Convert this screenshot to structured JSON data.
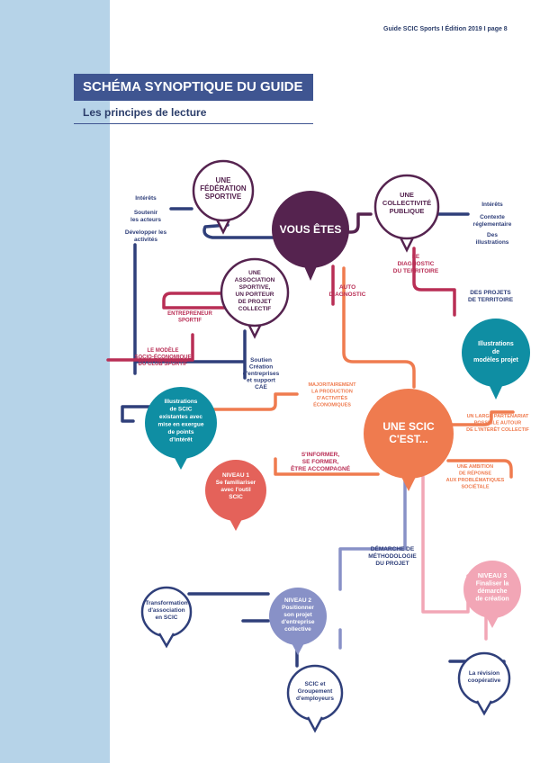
{
  "header": {
    "running_head": "Guide SCIC Sports  I Édition 2019 I page 8",
    "title": "SCHÉMA SYNOPTIQUE DU GUIDE",
    "subtitle": "Les principes de lecture"
  },
  "colors": {
    "navy": "#2f3f7a",
    "plum": "#55234f",
    "crimson": "#b92e55",
    "orange": "#ef7b4f",
    "lavender": "#8891c7",
    "pink": "#f2a6b6",
    "teal": "#0f8ea3",
    "coral": "#e4625a",
    "periwinkle": "#3f5591",
    "sidebar": "#b6d3e8"
  },
  "nodes": {
    "federation": [
      "UNE",
      "FÉDÉRATION",
      "SPORTIVE"
    ],
    "collectivite": [
      "UNE",
      "COLLECTIVITÉ",
      "PUBLIQUE"
    ],
    "vous_etes": [
      "VOUS ÊTES"
    ],
    "association": [
      "UNE",
      "ASSOCIATION",
      "SPORTIVE,",
      "UN PORTEUR",
      "DE PROJET",
      "COLLECTIF"
    ],
    "une_scic": [
      "UNE SCIC",
      "C'EST..."
    ],
    "illus_scic": [
      "Illustrations",
      "de SCIC",
      "existantes avec",
      "mise en exergue",
      "de points",
      "d'intérêt"
    ],
    "illus_modeles": [
      "Illustrations",
      "de",
      "modèles projet"
    ],
    "niveau1": [
      "NIVEAU 1",
      "Se familiariser",
      "avec l'outil",
      "SCIC"
    ],
    "niveau2": [
      "NIVEAU 2",
      "Positionner",
      "son projet",
      "d'entreprise",
      "collective"
    ],
    "niveau3": [
      "NIVEAU 3",
      "Finaliser la",
      "démarche",
      "de création"
    ],
    "transformation": [
      "Transformation",
      "d'association",
      "en SCIC"
    ],
    "scic_groupement": [
      "SCIC et",
      "Groupement",
      "d'employeurs"
    ],
    "revision": [
      "La révision",
      "coopérative"
    ]
  },
  "labels": {
    "left_interets": [
      "Intérêts"
    ],
    "left_soutenir": [
      "Soutenir",
      "les acteurs"
    ],
    "left_developper": [
      "Développer les",
      "activités"
    ],
    "right_interets": [
      "Intérêts"
    ],
    "right_contexte": [
      "Contexte",
      "réglementaire"
    ],
    "right_des": [
      "Des",
      "illustrations"
    ],
    "diagnostic": [
      "LE",
      "DIAGNOSTIC",
      "DU TERRITOIRE"
    ],
    "auto_diagnostic": [
      "AUTO",
      "DIAGNOSTIC"
    ],
    "projets_territoire": [
      "DES PROJETS",
      "DE TERRITOIRE"
    ],
    "entrepreneur": [
      "ENTREPRENEUR",
      "SPORTIF"
    ],
    "modele_eco": [
      "LE MODÈLE",
      "SOCIO-ÉCONOMIQUE",
      "DU CLUB SPORTIF"
    ],
    "soutien": [
      "Soutien",
      "Création",
      "d'entreprises",
      "et support",
      "CAE"
    ],
    "majoritairement": [
      "MAJORITAIREMENT",
      "LA PRODUCTION",
      "D'ACTIVITÉS",
      "ÉCONOMIQUES"
    ],
    "partenariat": [
      "UN LARGE PARTENARIAT",
      "POSSIBLE AUTOUR",
      "DE L'INTÉRÊT COLLECTIF"
    ],
    "informer": [
      "S'INFORMER,",
      "SE FORMER,",
      "ÊTRE ACCOMPAGNÉ"
    ],
    "ambition": [
      "UNE AMBITION",
      "DE RÉPONSE",
      "AUX PROBLÉMATIQUES",
      "SOCIÉTALE"
    ],
    "demarche": [
      "DÉMARCHE DE",
      "MÉTHODOLOGIE",
      "DU PROJET"
    ]
  }
}
